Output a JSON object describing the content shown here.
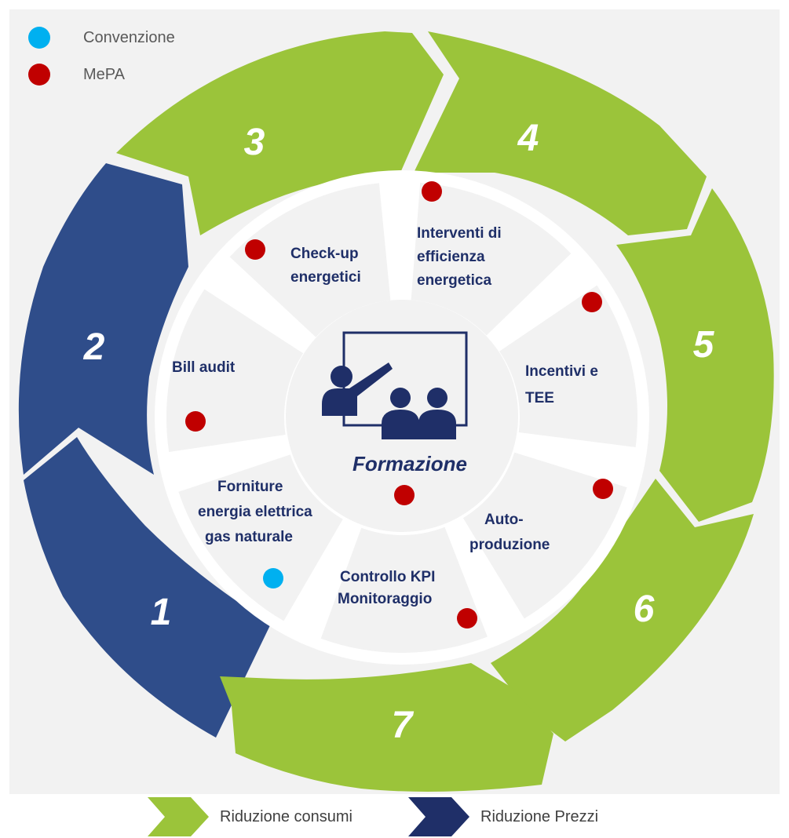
{
  "legend": {
    "items": [
      {
        "label": "Convenzione",
        "color": "#00b0f0"
      },
      {
        "label": "MePA",
        "color": "#c00000"
      }
    ]
  },
  "ring_numbers": [
    "1",
    "2",
    "3",
    "4",
    "5",
    "6",
    "7"
  ],
  "inner_segments": [
    "Check-up energetici",
    "Interventi di efficienza energetica",
    "Incentivi e TEE",
    "Auto-produzione",
    "Controllo KPI Monitoraggio",
    "Forniture energia elettrica gas naturale",
    "Bill audit"
  ],
  "center": {
    "label": "Formazione",
    "icon": "presentation-icon"
  },
  "key": {
    "green_label": "Riduzione consumi",
    "blue_label": "Riduzione Prezzi"
  },
  "colors": {
    "green": "#9bc43a",
    "blue": "#2f4d8a",
    "navy": "#1f2f68",
    "red_dot": "#c00000",
    "cyan_dot": "#00b0f0"
  }
}
